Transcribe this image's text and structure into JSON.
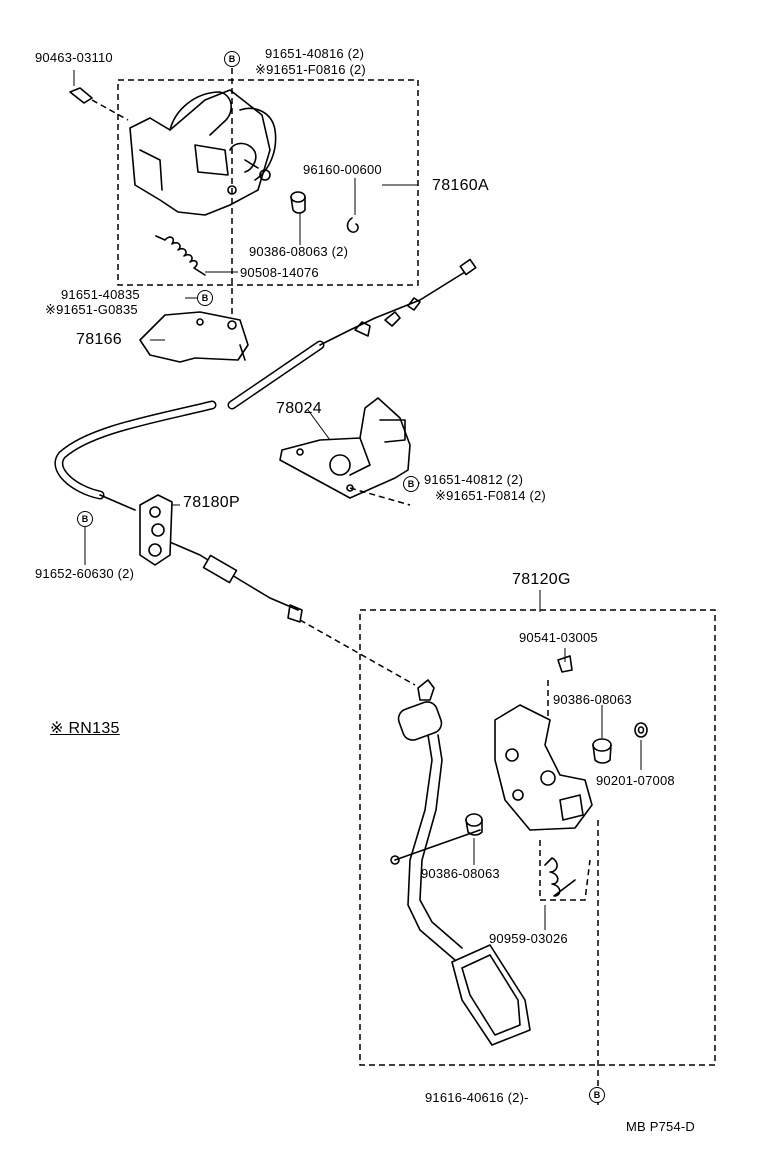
{
  "parts": {
    "p_90463_03110": "90463-03110",
    "p_91651_40816": "91651-40816 (2)",
    "p_91651_F0816": "※91651-F0816 (2)",
    "p_96160_00600": "96160-00600",
    "p_78160A": "78160A",
    "p_90386_08063_2": "90386-08063 (2)",
    "p_90508_14076": "90508-14076",
    "p_91651_40835": "91651-40835",
    "p_91651_G0835": "※91651-G0835",
    "p_78166": "78166",
    "p_78024": "78024",
    "p_91651_40812": "91651-40812 (2)",
    "p_91651_F0814": "※91651-F0814 (2)",
    "p_78180P": "78180P",
    "p_91652_60630": "91652-60630 (2)",
    "p_78120G": "78120G",
    "p_90541_03005": "90541-03005",
    "p_90386_08063_a": "90386-08063",
    "p_90201_07008": "90201-07008",
    "p_90386_08063_b": "90386-08063",
    "p_90959_03026": "90959-03026",
    "p_91616_40616": "91616-40616 (2)-"
  },
  "note": "※ RN135",
  "bolt_symbol": "B",
  "footer": "MB  P754-D"
}
